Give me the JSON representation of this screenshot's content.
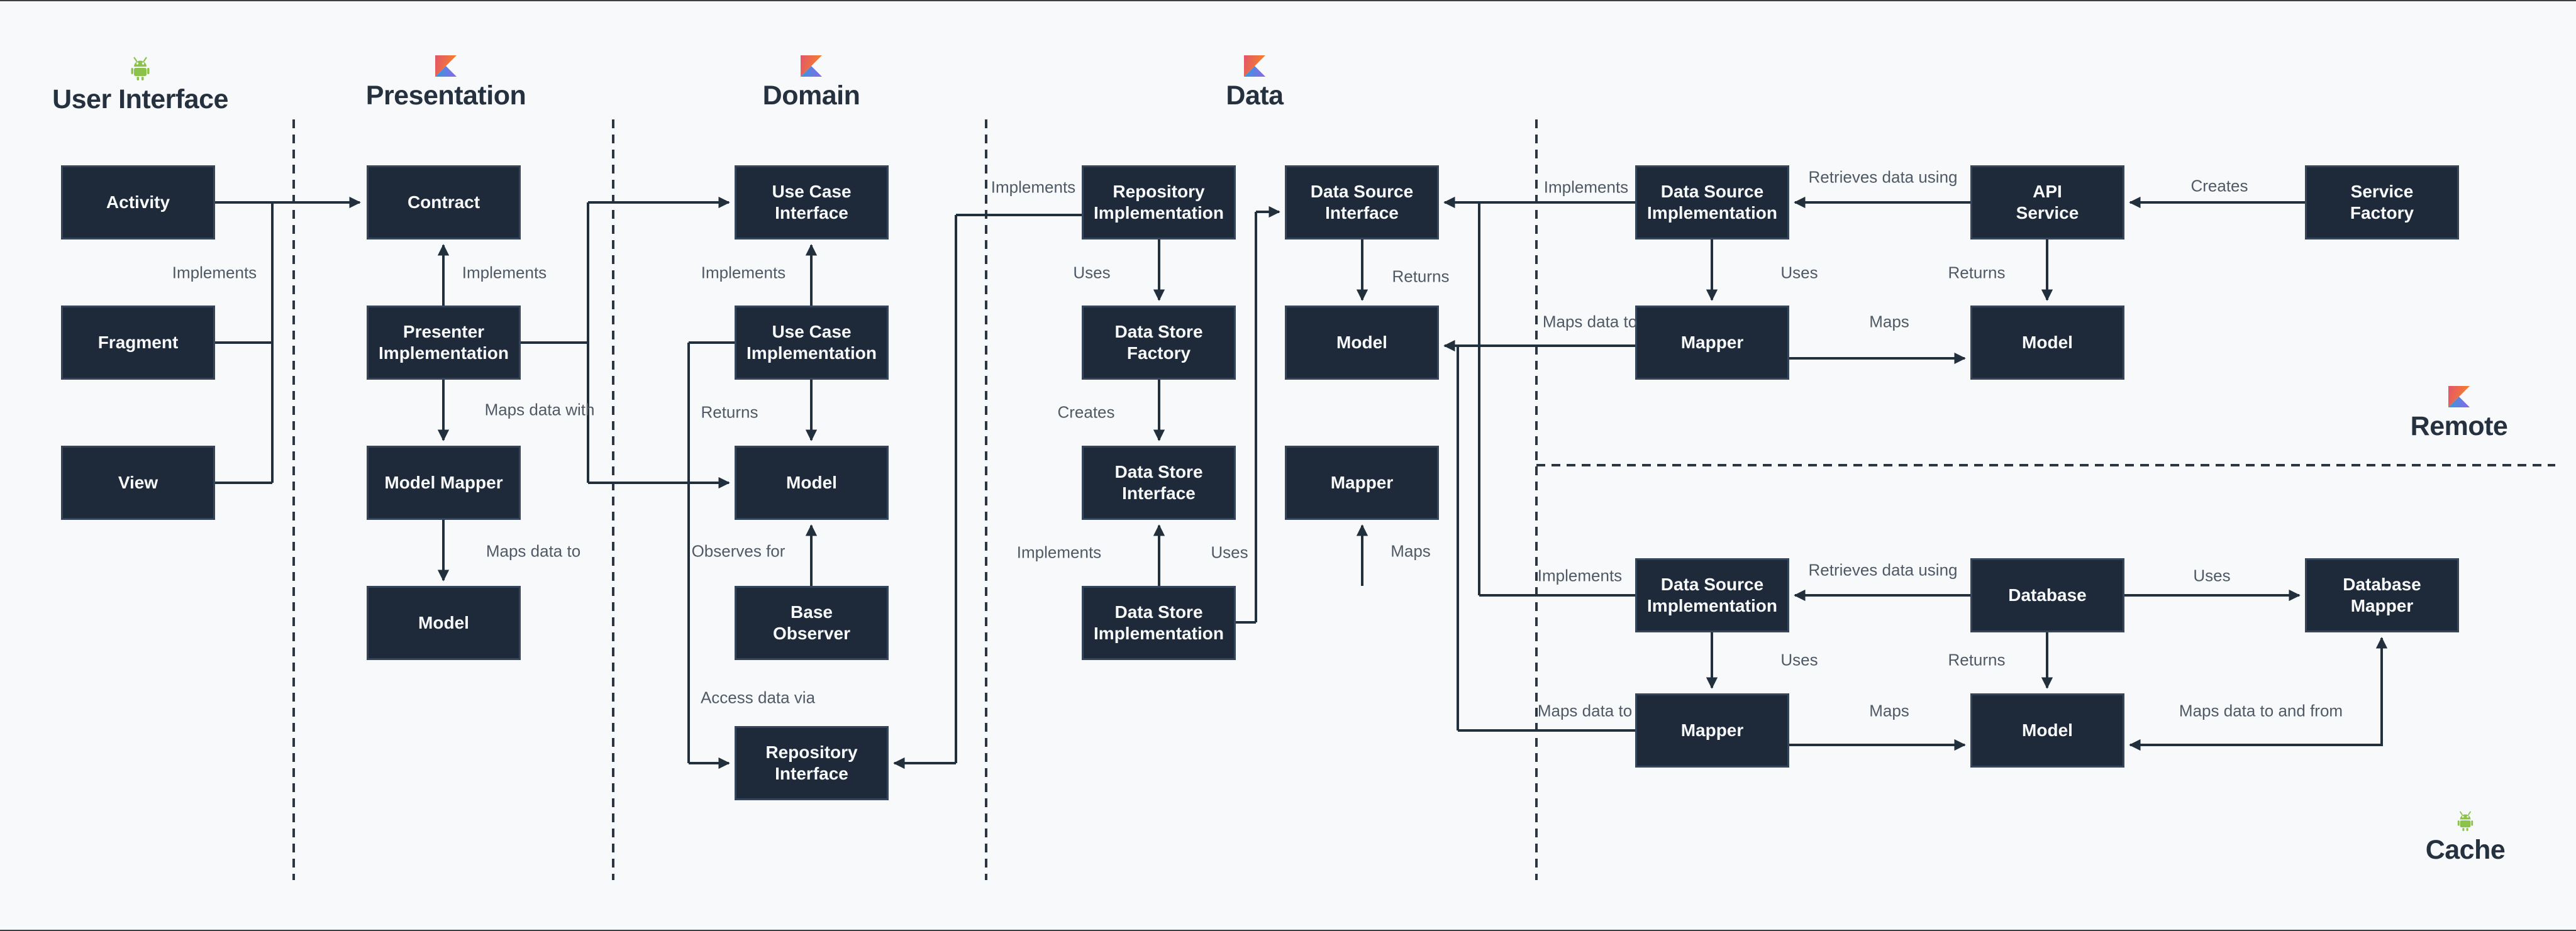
{
  "sections": {
    "user_interface": {
      "title": "User Interface",
      "icon": "android-icon"
    },
    "presentation": {
      "title": "Presentation",
      "icon": "kotlin-icon"
    },
    "domain": {
      "title": "Domain",
      "icon": "kotlin-icon"
    },
    "data": {
      "title": "Data",
      "icon": "kotlin-icon"
    },
    "remote": {
      "title": "Remote",
      "icon": "kotlin-icon"
    },
    "cache": {
      "title": "Cache",
      "icon": "android-icon"
    }
  },
  "nodes": {
    "ui_activity": "Activity",
    "ui_fragment": "Fragment",
    "ui_view": "View",
    "pres_contract": "Contract",
    "pres_presenter_impl": "Presenter\nImplementation",
    "pres_model_mapper": "Model Mapper",
    "pres_model": "Model",
    "dom_use_case_interface": "Use Case\nInterface",
    "dom_use_case_impl": "Use Case\nImplementation",
    "dom_model": "Model",
    "dom_base_observer": "Base\nObserver",
    "dom_repository_interface": "Repository\nInterface",
    "data_repository_impl": "Repository\nImplementation",
    "data_store_factory": "Data Store\nFactory",
    "data_store_interface": "Data Store\nInterface",
    "data_store_impl": "Data Store\nImplementation",
    "data_source_interface": "Data Source\nInterface",
    "data_model": "Model",
    "data_mapper": "Mapper",
    "remote_data_source_impl": "Data Source\nImplementation",
    "remote_api_service": "API\nService",
    "remote_service_factory": "Service\nFactory",
    "remote_mapper": "Mapper",
    "remote_model": "Model",
    "cache_data_source_impl": "Data Source\nImplementation",
    "cache_database": "Database",
    "cache_database_mapper": "Database\nMapper",
    "cache_mapper": "Mapper",
    "cache_model": "Model"
  },
  "edges": {
    "ui_implements": "Implements",
    "pres_implements": "Implements",
    "pres_maps_data_with": "Maps data with",
    "pres_maps_data_to": "Maps data to",
    "dom_implements": "Implements",
    "dom_returns": "Returns",
    "dom_observes_for": "Observes for",
    "dom_access_data_via": "Access data via",
    "data_implements_repo": "Implements",
    "data_uses": "Uses",
    "data_creates": "Creates",
    "data_implements_store": "Implements",
    "data_uses_store": "Uses",
    "data_returns": "Returns",
    "data_maps": "Maps",
    "remote_implements": "Implements",
    "remote_maps_data_to": "Maps data to",
    "remote_retrieves": "Retrieves data using",
    "remote_uses": "Uses",
    "remote_returns": "Returns",
    "remote_maps": "Maps",
    "remote_creates": "Creates",
    "cache_implements": "Implements",
    "cache_maps_data_to": "Maps data to",
    "cache_retrieves": "Retrieves data using",
    "cache_uses": "Uses",
    "cache_returns": "Returns",
    "cache_maps": "Maps",
    "cache_uses_db_mapper": "Uses",
    "cache_maps_to_and_from": "Maps data to and from"
  },
  "colors": {
    "background": "#f8f9fa",
    "node_fill": "#1e2a3a",
    "node_border": "#35455a",
    "node_text": "#f7f9fa",
    "line": "#222f3d",
    "separator": "#2a3644",
    "label_text": "#4f5a66",
    "title_text": "#26313f",
    "android_green": "#8bc34a",
    "kotlin_orange": "#f98b1b",
    "kotlin_pink": "#e2556b",
    "kotlin_blue": "#2e9fd9",
    "kotlin_purple": "#8c64e8"
  }
}
